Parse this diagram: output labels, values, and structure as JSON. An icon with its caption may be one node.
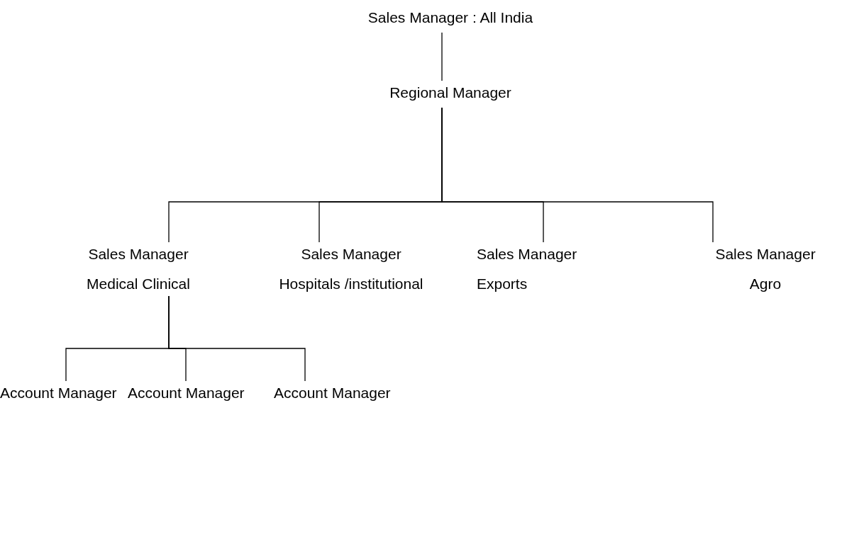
{
  "diagram": {
    "nodes": [
      {
        "text": [
          "Sales Manager : All India"
        ]
      },
      {
        "text": [
          "Regional Manager"
        ]
      },
      {
        "text": [
          "Sales Manager",
          "Medical Clinical"
        ]
      },
      {
        "text": [
          "Sales Manager",
          "Hospitals /institutional"
        ]
      },
      {
        "text": [
          "Sales Manager",
          "Exports"
        ]
      },
      {
        "text": [
          "Sales Manager",
          "Agro"
        ]
      },
      {
        "text": [
          "Account Manager"
        ]
      },
      {
        "text": [
          "Account Manager"
        ]
      },
      {
        "text": [
          "Account Manager"
        ]
      }
    ],
    "edges": [
      {
        "from": 0,
        "to": 1,
        "arrow": "none"
      },
      {
        "from": 1,
        "to": 2,
        "arrow": "none"
      },
      {
        "from": 1,
        "to": 3,
        "arrow": "none"
      },
      {
        "from": 1,
        "to": 4,
        "arrow": "none"
      },
      {
        "from": 1,
        "to": 5,
        "arrow": "none"
      },
      {
        "from": 2,
        "to": 6,
        "arrow": "none"
      },
      {
        "from": 2,
        "to": 7,
        "arrow": "none"
      },
      {
        "from": 2,
        "to": 8,
        "arrow": "none"
      }
    ]
  }
}
